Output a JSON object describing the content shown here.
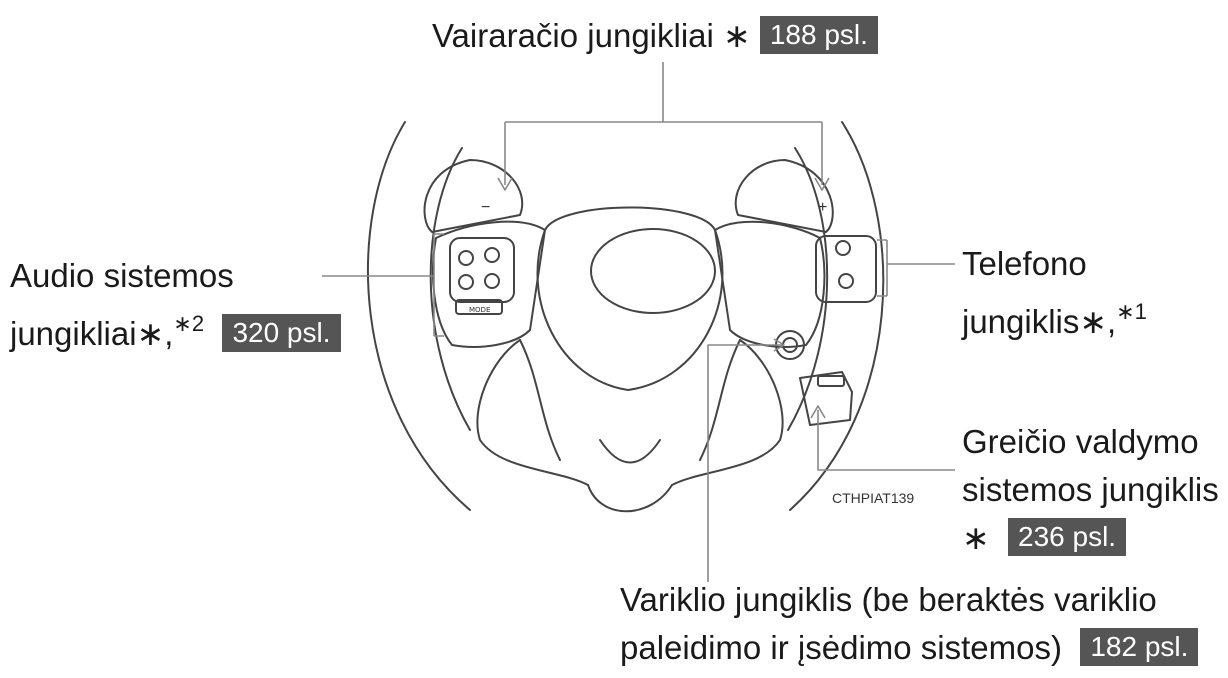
{
  "labels": {
    "steering_switches": {
      "text": "Vairaračio jungikliai",
      "mark": " ∗ ",
      "page": "188 psl."
    },
    "audio": {
      "line1": "Audio sistemos",
      "line2": "jungikliai",
      "mark": "∗,",
      "sup_mark": "∗",
      "sup": "2",
      "page": "320 psl."
    },
    "phone": {
      "line1": "Telefono",
      "line2": "jungiklis",
      "mark": "∗,",
      "sup_mark": "∗",
      "sup": "1"
    },
    "cruise": {
      "line1": "Greičio valdymo",
      "line2": "sistemos jungiklis",
      "mark": "∗",
      "page": "236 psl."
    },
    "engine": {
      "line1": "Variklio jungiklis (be beraktės variklio",
      "line2": "paleidimo ir įsėdimo sistemos)",
      "page": "182 psl."
    }
  },
  "figure_code": "CTHPIAT139",
  "wheel": {
    "minus": "−",
    "plus": "+",
    "mode": "MODE"
  }
}
